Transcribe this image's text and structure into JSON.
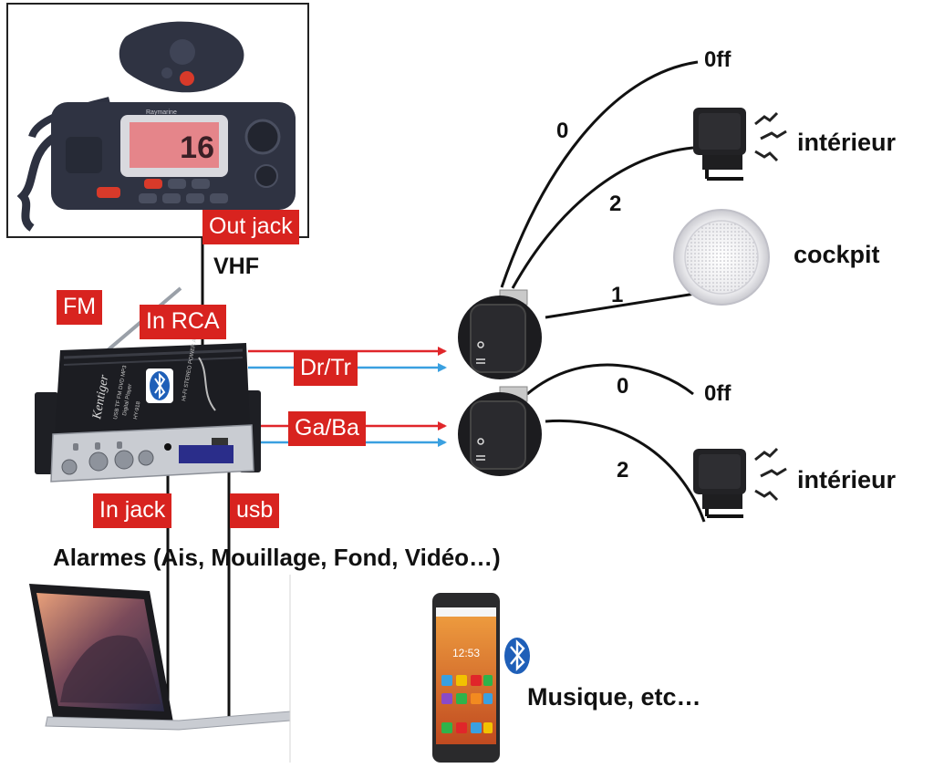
{
  "labels": {
    "out_jack": "Out jack",
    "vhf": "VHF",
    "fm": "FM",
    "in_rca": "In RCA",
    "dr_tr": "Dr/Tr",
    "ga_ba": "Ga/Ba",
    "in_jack": "In jack",
    "usb": "usb",
    "alarmes": "Alarmes (Ais, Mouillage, Fond, Vidéo…)",
    "musique": "Musique, etc…",
    "off_top": "0ff",
    "off_bottom": "0ff",
    "interieur_top": "intérieur",
    "interieur_bottom": "intérieur",
    "cockpit": "cockpit",
    "num_0_top": "0",
    "num_2_top": "2",
    "num_1": "1",
    "num_0_bottom": "0",
    "num_2_bottom": "2"
  },
  "device_text": {
    "radio_brand": "Raymarine",
    "radio_channel": "16",
    "amp_brand": "Kentiger",
    "amp_model": "HY-918",
    "amp_sub": "USB TF FM DVD MP3",
    "amp_player": "Digital Player",
    "amp_side": "HI-FI STEREO POWER AMPLIFIER",
    "phone_clock": "12:53"
  },
  "colors": {
    "label_red": "#d8231f",
    "arrow_red": "#e0262a",
    "arrow_blue": "#3aa0e0",
    "bluetooth_blue": "#1f5fb8",
    "wire": "#111111"
  }
}
